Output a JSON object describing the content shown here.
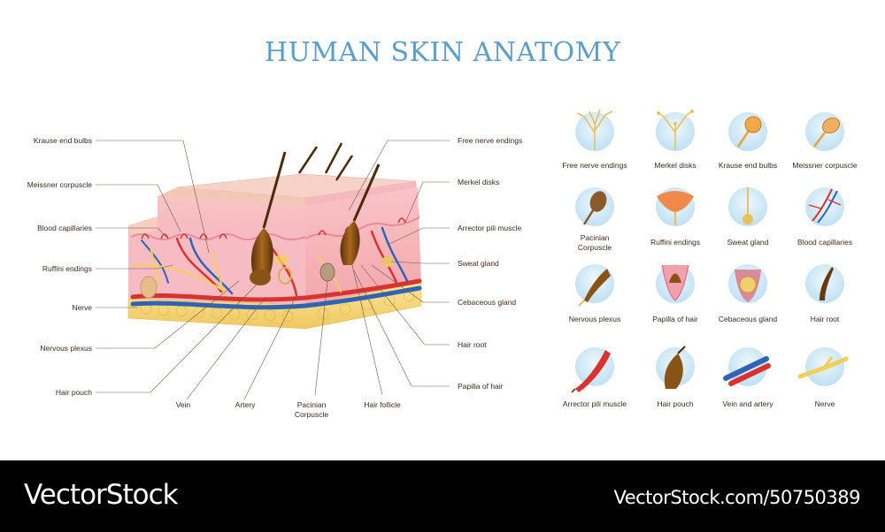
{
  "title": "HUMAN SKIN ANATOMY",
  "left_labels": [
    "Krause end bulbs",
    "Meissner corpuscle",
    "Blood capillaries",
    "Ruffini endings",
    "Nerve",
    "Nervous plexus",
    "Hair pouch"
  ],
  "right_labels": [
    "Free nerve endings",
    "Merkel disks",
    "Arrector pili muscle",
    "Sweat gland",
    "Cebaceous gland",
    "Hair root",
    "Papilla of hair"
  ],
  "bottom_labels": {
    "vein": "Vein",
    "artery": "Artery",
    "pacinian_1": "Pacinian",
    "pacinian_2": "Corpuscle",
    "hair_follicle": "Hair follicle"
  },
  "icons": [
    {
      "label": "Free nerve endings",
      "icon": "free-nerve-endings-icon"
    },
    {
      "label": "Merkel disks",
      "icon": "merkel-disks-icon"
    },
    {
      "label": "Krause end bulbs",
      "icon": "krause-end-bulbs-icon"
    },
    {
      "label": "Meissner corpuscle",
      "icon": "meissner-corpuscle-icon"
    },
    {
      "label": "Pacinian",
      "label2": "Corpuscle",
      "icon": "pacinian-corpuscle-icon"
    },
    {
      "label": "Ruffini endings",
      "icon": "ruffini-endings-icon"
    },
    {
      "label": "Sweat gland",
      "icon": "sweat-gland-icon"
    },
    {
      "label": "Blood capillaries",
      "icon": "blood-capillaries-icon"
    },
    {
      "label": "Nervous plexus",
      "icon": "nervous-plexus-icon"
    },
    {
      "label": "Papilla of hair",
      "icon": "papilla-of-hair-icon"
    },
    {
      "label": "Cebaceous gland",
      "icon": "cebaceous-gland-icon"
    },
    {
      "label": "Hair root",
      "icon": "hair-root-icon"
    },
    {
      "label": "Arrector pili muscle",
      "icon": "arrector-pili-muscle-icon"
    },
    {
      "label": "Hair pouch",
      "icon": "hair-pouch-icon"
    },
    {
      "label": "Vein and artery",
      "icon": "vein-and-artery-icon"
    },
    {
      "label": "Nerve",
      "icon": "nerve-icon"
    }
  ],
  "colors": {
    "title": "#5b9ec9",
    "epidermis": "#f3c2b8",
    "dermis": "#f7b7bf",
    "fat": "#f6dc85",
    "artery": "#d9322f",
    "vein": "#2f63b8",
    "nerve": "#f2cf5a",
    "hair": "#7a4712",
    "icon_circle": "#d3ebf8"
  },
  "footer": {
    "brand": "VectorStock",
    "stock_id": "VectorStock.com/50750389"
  }
}
